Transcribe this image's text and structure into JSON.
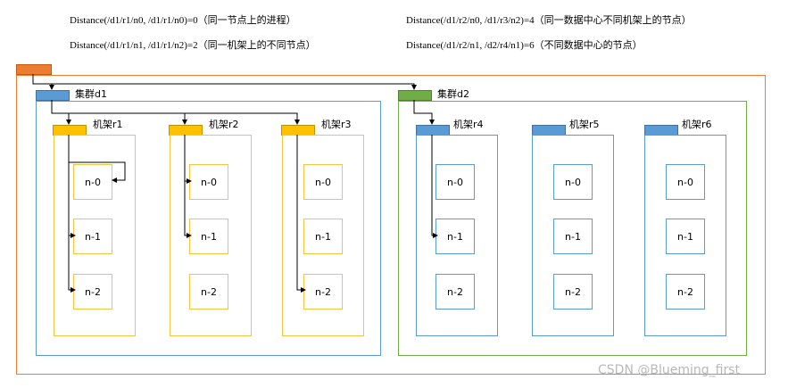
{
  "formulas": {
    "f1": "Distance(/d1/r1/n0, /d1/r1/n0)=0（同一节点上的进程）",
    "f2": "Distance(/d1/r1/n1, /d1/r1/n2)=2（同一机架上的不同节点）",
    "f3": "Distance(/d1/r2/n0, /d1/r3/n2)=4（同一数据中心不同机架上的节点）",
    "f4": "Distance(/d1/r2/n1, /d2/r4/n1)=6（不同数据中心的节点）"
  },
  "clusters": {
    "d1": "集群d1",
    "d2": "集群d2"
  },
  "racks": {
    "r1": "机架r1",
    "r2": "机架r2",
    "r3": "机架r3",
    "r4": "机架r4",
    "r5": "机架r5",
    "r6": "机架r6"
  },
  "nodes": {
    "n0": "n-0",
    "n1": "n-1",
    "n2": "n-2"
  },
  "colors": {
    "root": "#ed7d31",
    "d1": "#5b9bd5",
    "d2": "#70ad47",
    "rack_yellow": "#ffc000",
    "rack_blue": "#5b9bd5"
  },
  "watermark": "CSDN @Blueming_first"
}
